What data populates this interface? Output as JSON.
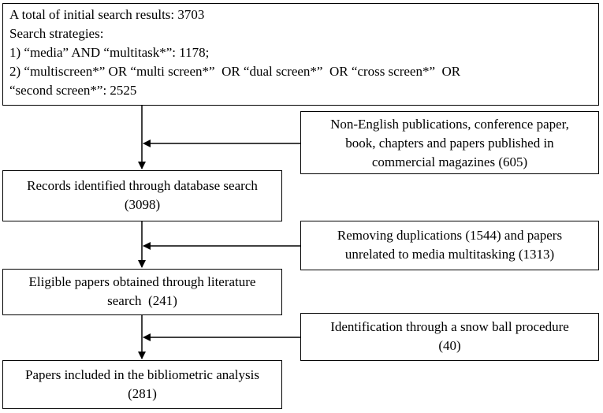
{
  "top_box": {
    "line1": "A total of initial search results: 3703",
    "line2": "Search strategies:",
    "line3": "1) “media” AND “multitask*”: 1178;",
    "line4": "2) “multiscreen*” OR “multi screen*”  OR “dual screen*”  OR “cross screen*”  OR",
    "line5": "“second screen*”: 2525"
  },
  "exclusion_1": {
    "line1": "Non-English publications, conference paper,",
    "line2": "book, chapters and papers published in",
    "line3": "commercial magazines (605)"
  },
  "step_1": {
    "line1": "Records identified through database search",
    "line2": "(3098)"
  },
  "exclusion_2": {
    "line1": "Removing duplications (1544) and papers",
    "line2": "unrelated to media multitasking (1313)"
  },
  "step_2": {
    "line1": "Eligible papers obtained through literature",
    "line2": "search  (241)"
  },
  "exclusion_3": {
    "line1": "Identification through a snow ball procedure",
    "line2": "(40)"
  },
  "step_3": {
    "line1": "Papers included in the bibliometric analysis",
    "line2": "(281)"
  }
}
